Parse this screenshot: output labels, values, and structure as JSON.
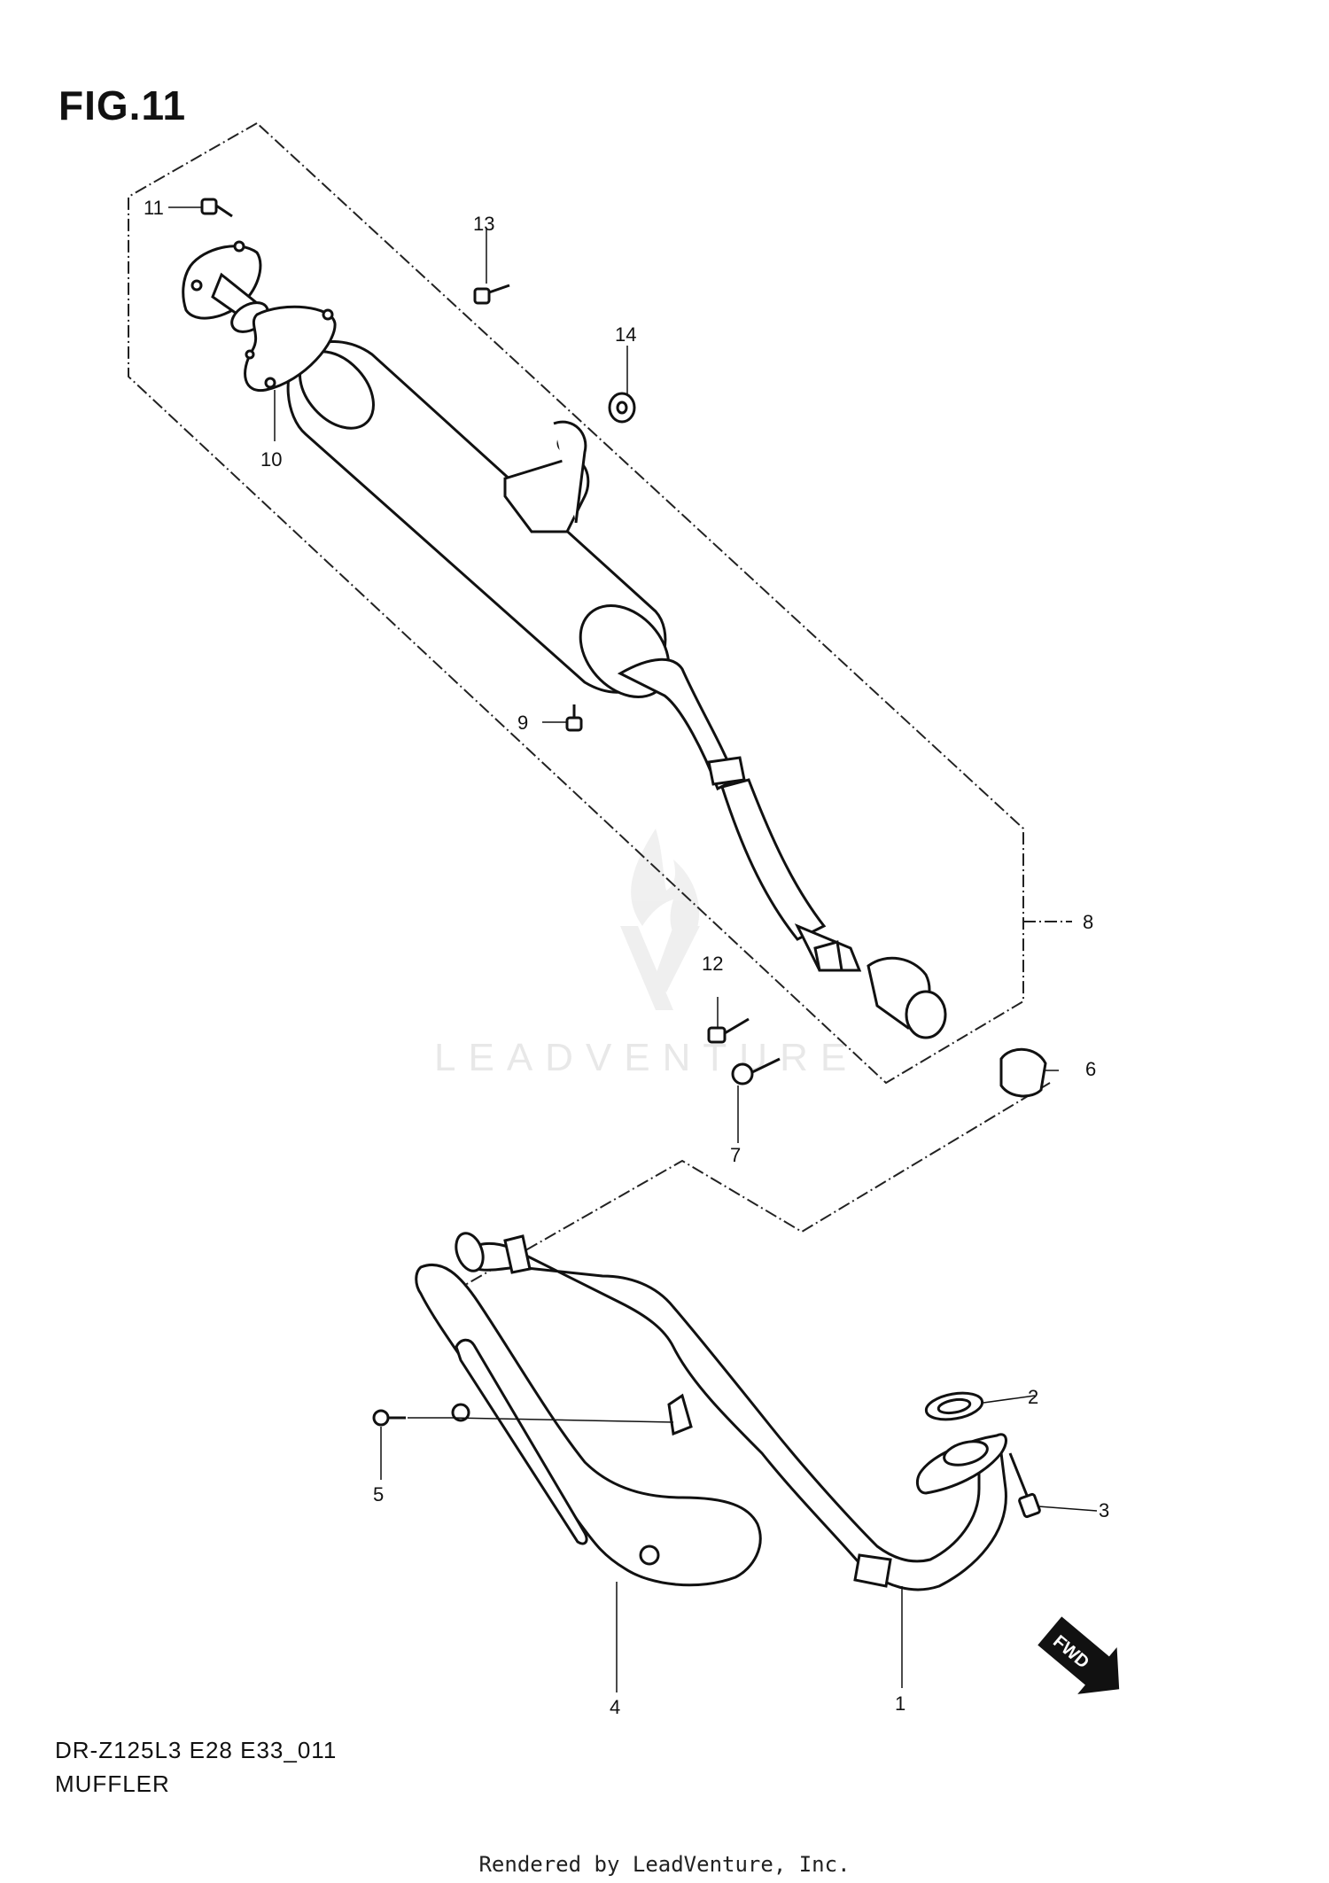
{
  "figure": {
    "title": "FIG.11",
    "model_code": "DR-Z125L3 E28 E33_011",
    "assembly_name": "MUFFLER"
  },
  "watermark": {
    "brand": "LEADVENTURE"
  },
  "footer": {
    "rendered_by": "Rendered by LeadVenture, Inc."
  },
  "direction_tag": "FWD",
  "callouts": [
    "1",
    "2",
    "3",
    "4",
    "5",
    "6",
    "7",
    "8",
    "9",
    "10",
    "11",
    "12",
    "13",
    "14"
  ],
  "parts": [
    {
      "ref": "1",
      "part": "exhaust-pipe"
    },
    {
      "ref": "2",
      "part": "gasket"
    },
    {
      "ref": "3",
      "part": "bolt"
    },
    {
      "ref": "4",
      "part": "heat-protector"
    },
    {
      "ref": "5",
      "part": "screw"
    },
    {
      "ref": "6",
      "part": "cushion"
    },
    {
      "ref": "7",
      "part": "bolt"
    },
    {
      "ref": "8",
      "part": "muffler-assembly"
    },
    {
      "ref": "9",
      "part": "bolt"
    },
    {
      "ref": "10",
      "part": "gasket"
    },
    {
      "ref": "11",
      "part": "bolt"
    },
    {
      "ref": "12",
      "part": "bolt"
    },
    {
      "ref": "13",
      "part": "bolt"
    },
    {
      "ref": "14",
      "part": "cushion"
    }
  ]
}
